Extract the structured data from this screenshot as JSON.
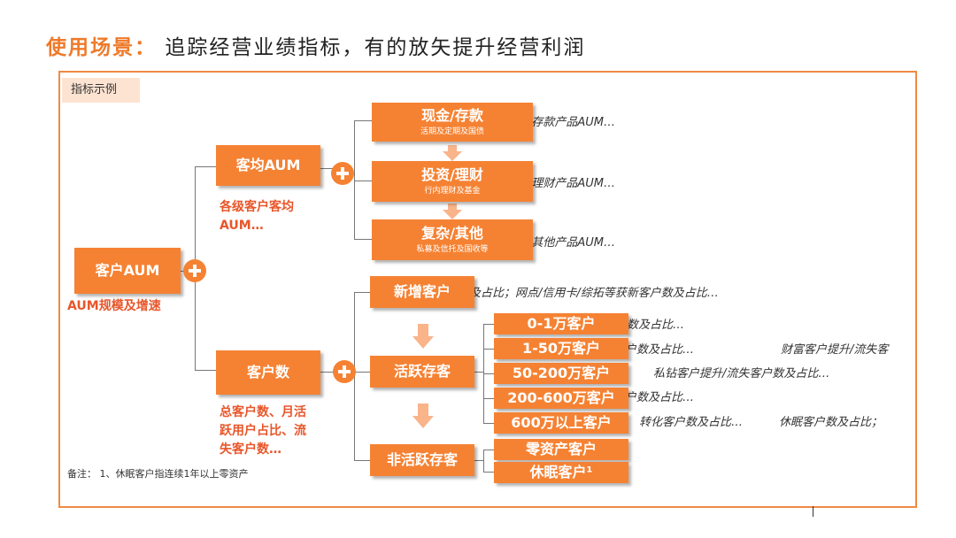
{
  "title": {
    "highlight": "使用场景：",
    "rest": "追踪经营业绩指标，有的放矢提升经营利润"
  },
  "tag": "指标示例",
  "root": {
    "label": "客户AUM",
    "note": "AUM规模及增速"
  },
  "aum_branch": {
    "label": "客均AUM",
    "note_line1": "各级客户客均",
    "note_line2": "AUM…",
    "items": [
      {
        "label": "现金/存款",
        "sub": "活期及定期及国债",
        "desc": "/存款产品AUM…"
      },
      {
        "label": "投资/理财",
        "sub": "行内理财及基金",
        "desc": "/理财产品AUM…"
      },
      {
        "label": "复杂/其他",
        "sub": "私募及信托及国收等",
        "desc": "/其他产品AUM…"
      }
    ]
  },
  "count_branch": {
    "label": "客户数",
    "note_line1": "总客户数、月活",
    "note_line2": "跃用户占比、流",
    "note_line3": "失客户数…",
    "new": {
      "label": "新增客户",
      "desc": "及占比；网点/信用卡/综拓等获新客户数及占比…"
    },
    "active": {
      "label": "活跃存客",
      "tiers": [
        {
          "label": "0-1万客户",
          "desc": "数及占比…"
        },
        {
          "label": "1-50万客户",
          "desc": "户数及占比…",
          "desc2": "财富客户提升/流失客"
        },
        {
          "label": "50-200万客户",
          "desc": "私钻客户提升/流失客户数及占比…"
        },
        {
          "label": "200-600万客户",
          "desc": "户数及占比…"
        },
        {
          "label": "600万以上客户",
          "desc": "转化客户数及占比…",
          "desc2": "休眠客户数及占比；"
        }
      ]
    },
    "inactive": {
      "label": "非活跃存客",
      "items": [
        {
          "label": "零资产客户"
        },
        {
          "label": "休眠客户¹"
        }
      ]
    }
  },
  "footnote": "备注：  1、休眠客户指连续1年以上零资产",
  "colors": {
    "accent": "#f58233",
    "border": "#f08a44",
    "note_red": "#e8562a",
    "tag_bg": "#fde3d1"
  }
}
